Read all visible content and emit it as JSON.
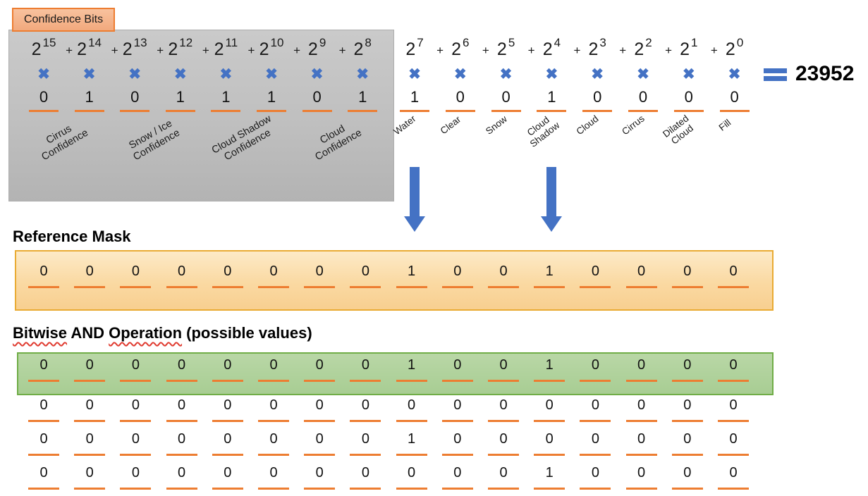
{
  "confidence_panel": {
    "label": "Confidence Bits"
  },
  "icons": {
    "multiply": "✖"
  },
  "colors": {
    "accent_blue": "#4472C4",
    "accent_orange": "#ED7D31",
    "gray_panel": "#BFBFBF",
    "label_fill": "#F5B183",
    "yellow_fill": "#FAD9A0",
    "yellow_border": "#E9AB33",
    "green_fill": "#AECF9B",
    "green_border": "#70AD47"
  },
  "equation": {
    "bits": [
      {
        "base": "2",
        "exp": "15",
        "value": "0",
        "plus": "+"
      },
      {
        "base": "2",
        "exp": "14",
        "value": "1",
        "plus": "+"
      },
      {
        "base": "2",
        "exp": "13",
        "value": "0",
        "plus": "+"
      },
      {
        "base": "2",
        "exp": "12",
        "value": "1",
        "plus": "+"
      },
      {
        "base": "2",
        "exp": "11",
        "value": "1",
        "plus": "+"
      },
      {
        "base": "2",
        "exp": "10",
        "value": "1",
        "plus": "+"
      },
      {
        "base": "2",
        "exp": "9",
        "value": "0",
        "plus": "+"
      },
      {
        "base": "2",
        "exp": "8",
        "value": "1",
        "plus": ""
      },
      {
        "base": "2",
        "exp": "7",
        "value": "1",
        "plus": "+"
      },
      {
        "base": "2",
        "exp": "6",
        "value": "0",
        "plus": "+"
      },
      {
        "base": "2",
        "exp": "5",
        "value": "0",
        "plus": "+"
      },
      {
        "base": "2",
        "exp": "4",
        "value": "1",
        "plus": "+"
      },
      {
        "base": "2",
        "exp": "3",
        "value": "0",
        "plus": "+"
      },
      {
        "base": "2",
        "exp": "2",
        "value": "0",
        "plus": "+"
      },
      {
        "base": "2",
        "exp": "1",
        "value": "0",
        "plus": "+"
      },
      {
        "base": "2",
        "exp": "0",
        "value": "0",
        "plus": ""
      }
    ],
    "result": "23952"
  },
  "confidence_labels": [
    {
      "text": "Cirrus Confidence"
    },
    {
      "text": "Snow / Ice Confidence"
    },
    {
      "text": "Cloud Shadow Confidence"
    },
    {
      "text": "Cloud Confidence"
    }
  ],
  "flag_labels": [
    {
      "text": "Water"
    },
    {
      "text": "Clear"
    },
    {
      "text": "Snow"
    },
    {
      "text": "Cloud Shadow"
    },
    {
      "text": "Cloud"
    },
    {
      "text": "Cirrus"
    },
    {
      "text": "Dilated Cloud"
    },
    {
      "text": "Fill"
    }
  ],
  "arrows": [
    {
      "label": "Water",
      "column": 9
    },
    {
      "label": "Cloud Shadow",
      "column": 12
    }
  ],
  "reference_mask": {
    "heading": "Reference Mask",
    "bits": [
      "0",
      "0",
      "0",
      "0",
      "0",
      "0",
      "0",
      "0",
      "1",
      "0",
      "0",
      "1",
      "0",
      "0",
      "0",
      "0"
    ]
  },
  "bitwise_and": {
    "heading_word1": "Bitwise",
    "heading_word2": "AND",
    "heading_word3": "Operation",
    "heading_suffix": "(possible values)",
    "rows": [
      [
        "0",
        "0",
        "0",
        "0",
        "0",
        "0",
        "0",
        "0",
        "1",
        "0",
        "0",
        "1",
        "0",
        "0",
        "0",
        "0"
      ],
      [
        "0",
        "0",
        "0",
        "0",
        "0",
        "0",
        "0",
        "0",
        "0",
        "0",
        "0",
        "0",
        "0",
        "0",
        "0",
        "0"
      ],
      [
        "0",
        "0",
        "0",
        "0",
        "0",
        "0",
        "0",
        "0",
        "1",
        "0",
        "0",
        "0",
        "0",
        "0",
        "0",
        "0"
      ],
      [
        "0",
        "0",
        "0",
        "0",
        "0",
        "0",
        "0",
        "0",
        "0",
        "0",
        "0",
        "1",
        "0",
        "0",
        "0",
        "0"
      ]
    ]
  }
}
